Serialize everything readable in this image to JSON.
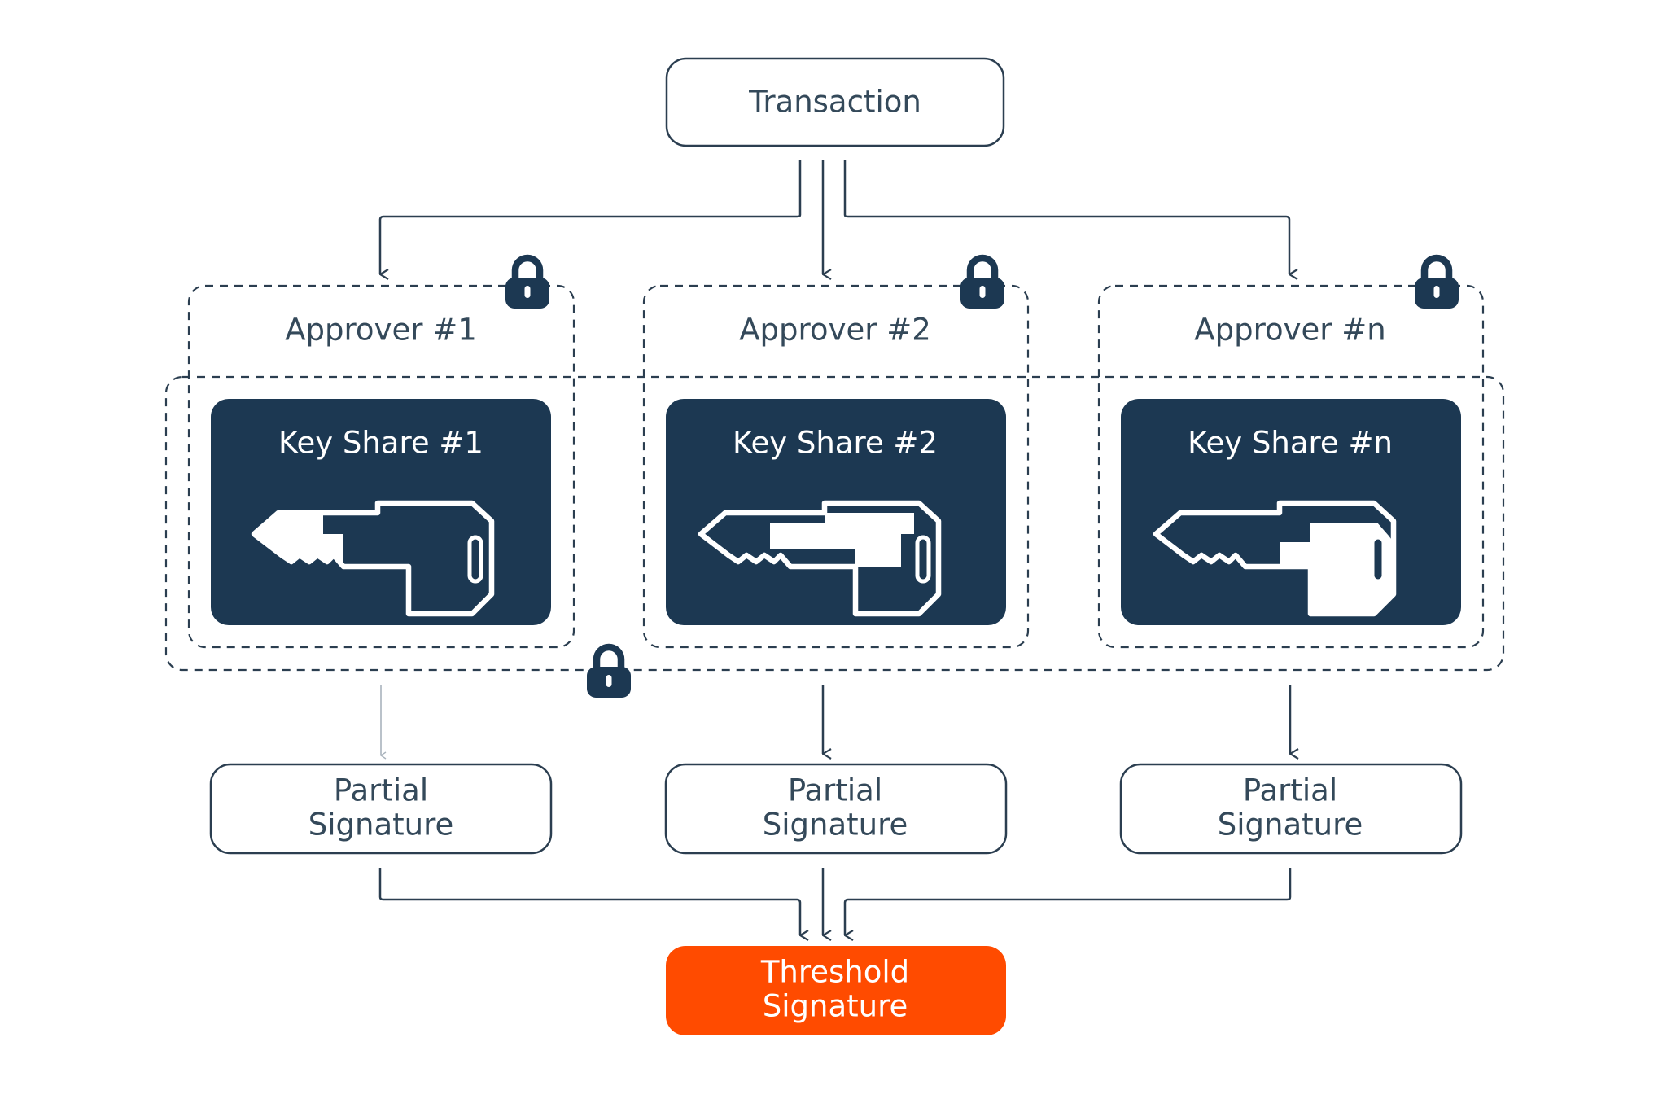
{
  "colors": {
    "navy": "#1c3852",
    "outline": "#2b3e50",
    "text": "#34495a",
    "accent": "#ff4b00",
    "background": "#ffffff"
  },
  "transaction": {
    "label": "Transaction"
  },
  "approvers": [
    {
      "label": "Approver #1",
      "key_share": "Key Share #1"
    },
    {
      "label": "Approver #2",
      "key_share": "Key Share #2"
    },
    {
      "label": "Approver #n",
      "key_share": "Key Share #n"
    }
  ],
  "partial_signature": {
    "line1": "Partial",
    "line2": "Signature"
  },
  "threshold_signature": {
    "line1": "Threshold",
    "line2": "Signature"
  },
  "icons": {
    "lock": "lock-icon",
    "key": "key-icon"
  }
}
